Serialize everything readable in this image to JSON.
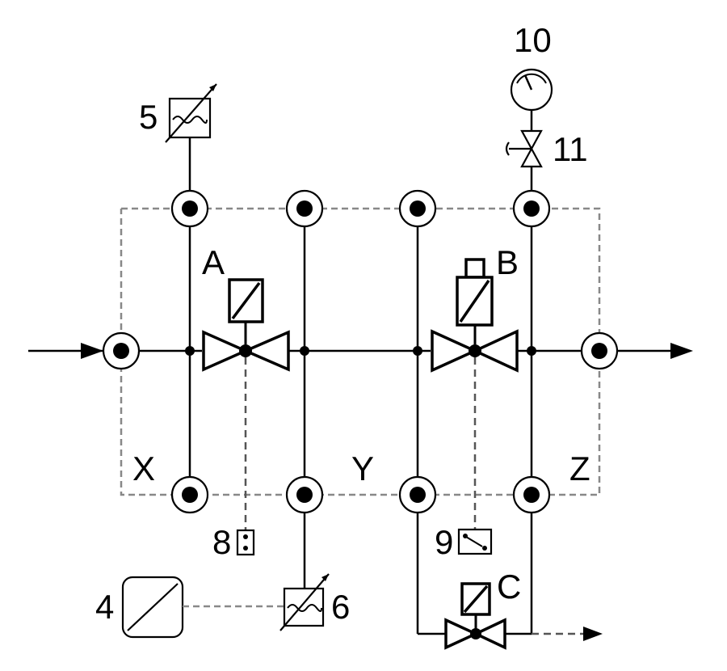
{
  "labels": {
    "valve_a": "A",
    "valve_b": "B",
    "valve_c": "C",
    "chamber_x": "X",
    "chamber_y": "Y",
    "chamber_z": "Z",
    "item_4": "4",
    "item_5": "5",
    "item_6": "6",
    "item_8": "8",
    "item_9": "9",
    "item_10": "10",
    "item_11": "11"
  }
}
